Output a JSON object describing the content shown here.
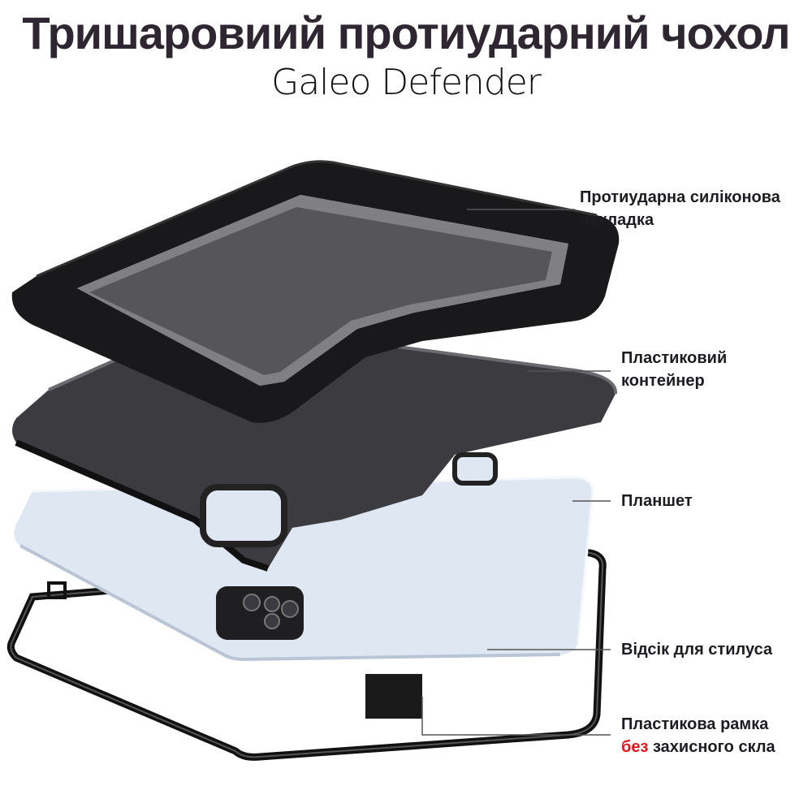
{
  "title": "Тришаровиий протиударний чохол",
  "subtitle": "Galeo Defender",
  "labels": {
    "silicone": {
      "line1": "Протиударна силіконова",
      "line2": "накладка"
    },
    "container": {
      "line1": "Пластиковий",
      "line2": "контейнер"
    },
    "tablet": {
      "line1": "Планшет"
    },
    "stylus": {
      "line1": "Відсік для стилуса"
    },
    "frame": {
      "line1": "Пластикова рамка",
      "highlight": "без",
      "rest": " захисного скла"
    }
  },
  "colors": {
    "accent_red": "#e0161b",
    "text": "#2b2630",
    "tablet": "#dde6f3",
    "case": "#1c1c1e"
  }
}
